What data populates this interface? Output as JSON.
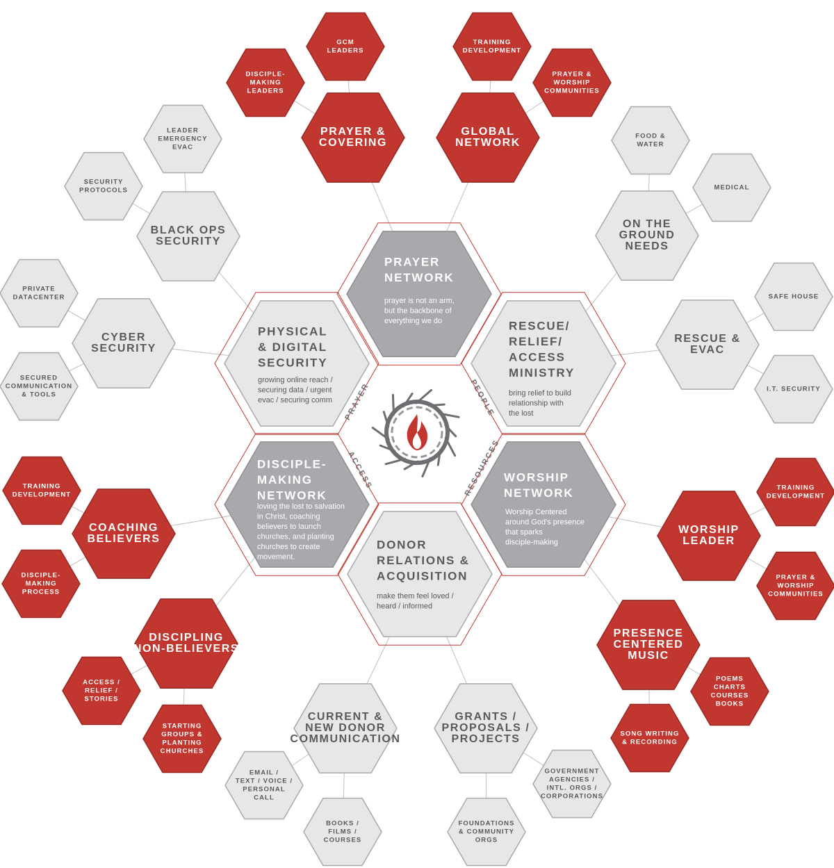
{
  "colors": {
    "red": "#c1372f",
    "red_stroke": "#9a2822",
    "light": "#e6e7e8",
    "light_stroke": "#a7a9ac",
    "gray": "#a7a9ac",
    "gray_stroke": "#8c8e91",
    "text_dark": "#58595b",
    "text_white": "#ffffff",
    "line": "#bcbec0",
    "frame": "#c1372f"
  },
  "center_emblem": {
    "icon": "crown-of-thorns-flame-icon"
  },
  "ring_labels": [
    {
      "id": "ring-label-prayer",
      "text": "PRAYER"
    },
    {
      "id": "ring-label-people",
      "text": "PEOPLE"
    },
    {
      "id": "ring-label-access",
      "text": "ACCESS"
    },
    {
      "id": "ring-label-resources",
      "text": "RESOURCES"
    }
  ],
  "core_hexes": [
    {
      "id": "prayer-network",
      "style": "gray",
      "title": [
        "PRAYER",
        "NETWORK"
      ],
      "desc": [
        "prayer is not an arm,",
        "but the backbone of",
        "everything we do"
      ]
    },
    {
      "id": "physical-digital-security",
      "style": "light",
      "title": [
        "PHYSICAL",
        "& DIGITAL",
        "SECURITY"
      ],
      "desc": [
        "growing online reach /",
        "securing data / urgent",
        "evac / securing comm"
      ]
    },
    {
      "id": "rescue-relief-access-ministry",
      "style": "light",
      "title": [
        "RESCUE/",
        "RELIEF/",
        "ACCESS",
        "MINISTRY"
      ],
      "desc": [
        "bring relief to build",
        "relationship with",
        "the lost"
      ]
    },
    {
      "id": "disciple-making-network",
      "style": "gray",
      "title": [
        "DISCIPLE-",
        "MAKING",
        "NETWORK"
      ],
      "desc": [
        "loving the lost to salvation",
        "in Christ, coaching",
        "believers to launch",
        "churches, and planting",
        "churches to create",
        "movement."
      ]
    },
    {
      "id": "worship-network",
      "style": "gray",
      "title": [
        "WORSHIP",
        "NETWORK"
      ],
      "desc": [
        "Worship Centered",
        "around God's presence",
        "that sparks",
        "disciple-making"
      ]
    },
    {
      "id": "donor-relations-acquisition",
      "style": "light",
      "title": [
        "DONOR",
        "RELATIONS &",
        "ACQUISITION"
      ],
      "desc": [
        "make them feel loved /",
        "heard / informed"
      ]
    }
  ],
  "branch_hexes": [
    {
      "id": "prayer-covering",
      "style": "red",
      "label": [
        "PRAYER &",
        "COVERING"
      ]
    },
    {
      "id": "global-network",
      "style": "red",
      "label": [
        "GLOBAL",
        "NETWORK"
      ]
    },
    {
      "id": "black-ops-security",
      "style": "light",
      "label": [
        "BLACK OPS",
        "SECURITY"
      ]
    },
    {
      "id": "on-the-ground-needs",
      "style": "light",
      "label": [
        "ON THE",
        "GROUND",
        "NEEDS"
      ]
    },
    {
      "id": "cyber-security",
      "style": "light",
      "label": [
        "CYBER",
        "SECURITY"
      ]
    },
    {
      "id": "rescue-evac",
      "style": "light",
      "label": [
        "RESCUE &",
        "EVAC"
      ]
    },
    {
      "id": "coaching-believers",
      "style": "red",
      "label": [
        "COACHING",
        "BELIEVERS"
      ]
    },
    {
      "id": "worship-leader",
      "style": "red",
      "label": [
        "WORSHIP",
        "LEADER"
      ]
    },
    {
      "id": "discipling-non-believers",
      "style": "red",
      "label": [
        "DISCIPLING",
        "NON-BELIEVERS"
      ]
    },
    {
      "id": "presence-centered-music",
      "style": "red",
      "label": [
        "PRESENCE",
        "CENTERED",
        "MUSIC"
      ]
    },
    {
      "id": "current-new-donor-communication",
      "style": "light",
      "label": [
        "CURRENT &",
        "NEW DONOR",
        "COMMUNICATION"
      ]
    },
    {
      "id": "grants-proposals-projects",
      "style": "light",
      "label": [
        "GRANTS /",
        "PROPOSALS /",
        "PROJECTS"
      ]
    }
  ],
  "leaf_hexes": [
    {
      "id": "gcm-leaders",
      "style": "red",
      "label": [
        "GCM",
        "LEADERS"
      ]
    },
    {
      "id": "disciple-making-leaders",
      "style": "red",
      "label": [
        "DISCIPLE-",
        "MAKING",
        "LEADERS"
      ]
    },
    {
      "id": "training-development-top",
      "style": "red",
      "label": [
        "TRAINING",
        "DEVELOPMENT"
      ]
    },
    {
      "id": "prayer-worship-communities-top",
      "style": "red",
      "label": [
        "PRAYER &",
        "WORSHIP",
        "COMMUNITIES"
      ]
    },
    {
      "id": "leader-emergency-evac",
      "style": "light",
      "label": [
        "LEADER",
        "EMERGENCY",
        "EVAC"
      ]
    },
    {
      "id": "security-protocols",
      "style": "light",
      "label": [
        "SECURITY",
        "PROTOCOLS"
      ]
    },
    {
      "id": "food-water",
      "style": "light",
      "label": [
        "FOOD &",
        "WATER"
      ]
    },
    {
      "id": "medical",
      "style": "light",
      "label": [
        "MEDICAL"
      ]
    },
    {
      "id": "private-datacenter",
      "style": "light",
      "label": [
        "PRIVATE",
        "DATACENTER"
      ]
    },
    {
      "id": "secured-communication-tools",
      "style": "light",
      "label": [
        "SECURED",
        "COMMUNICATION",
        "& TOOLS"
      ]
    },
    {
      "id": "safe-house",
      "style": "light",
      "label": [
        "SAFE HOUSE"
      ]
    },
    {
      "id": "it-security",
      "style": "light",
      "label": [
        "I.T. SECURITY"
      ]
    },
    {
      "id": "training-development-left",
      "style": "red",
      "label": [
        "TRAINING",
        "DEVELOPMENT"
      ]
    },
    {
      "id": "disciple-making-process",
      "style": "red",
      "label": [
        "DISCIPLE-",
        "MAKING",
        "PROCESS"
      ]
    },
    {
      "id": "training-development-right",
      "style": "red",
      "label": [
        "TRAINING",
        "DEVELOPMENT"
      ]
    },
    {
      "id": "prayer-worship-communities-right",
      "style": "red",
      "label": [
        "PRAYER &",
        "WORSHIP",
        "COMMUNITIES"
      ]
    },
    {
      "id": "access-relief-stories",
      "style": "red",
      "label": [
        "ACCESS /",
        "RELIEF /",
        "STORIES"
      ]
    },
    {
      "id": "starting-groups-planting-churches",
      "style": "red",
      "label": [
        "STARTING",
        "GROUPS &",
        "PLANTING",
        "CHURCHES"
      ]
    },
    {
      "id": "poems-charts-courses-books",
      "style": "red",
      "label": [
        "POEMS",
        "CHARTS",
        "COURSES",
        "BOOKS"
      ]
    },
    {
      "id": "song-writing-recording",
      "style": "red",
      "label": [
        "SONG WRITING",
        "& RECORDING"
      ]
    },
    {
      "id": "email-text-voice-personal-call",
      "style": "light",
      "label": [
        "EMAIL /",
        "TEXT / VOICE /",
        "PERSONAL",
        "CALL"
      ]
    },
    {
      "id": "books-films-courses",
      "style": "light",
      "label": [
        "BOOKS /",
        "FILMS /",
        "COURSES"
      ]
    },
    {
      "id": "government-agencies-intl-orgs-corporations",
      "style": "light",
      "label": [
        "GOVERNMENT",
        "AGENCIES /",
        "INTL. ORGS /",
        "CORPORATIONS"
      ]
    },
    {
      "id": "foundations-community-orgs",
      "style": "light",
      "label": [
        "FOUNDATIONS",
        "& COMMUNITY",
        "ORGS"
      ]
    }
  ]
}
